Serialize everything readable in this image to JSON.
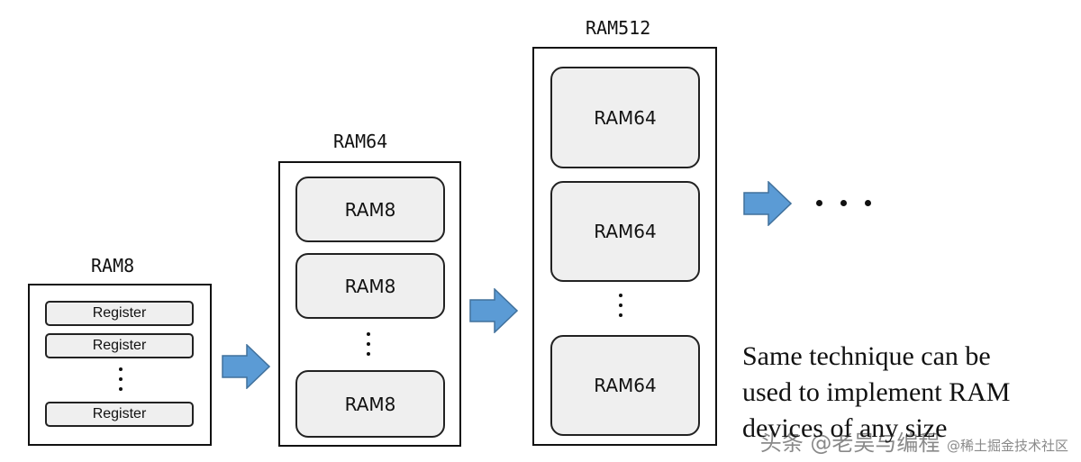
{
  "ram8": {
    "title": "RAM8",
    "registers": [
      "Register",
      "Register",
      "Register"
    ]
  },
  "ram64": {
    "title": "RAM64",
    "blocks": [
      "RAM8",
      "RAM8",
      "RAM8"
    ]
  },
  "ram512": {
    "title": "RAM512",
    "blocks": [
      "RAM64",
      "RAM64",
      "RAM64"
    ]
  },
  "arrow_color": "#5b9bd5",
  "continuation": "...",
  "note": {
    "line1": "Same technique can be",
    "line2": "used to implement RAM",
    "line3": "devices of any size"
  },
  "watermark": {
    "text": "头条 @老吴与编程",
    "subtext": "@稀土掘金技术社区"
  }
}
